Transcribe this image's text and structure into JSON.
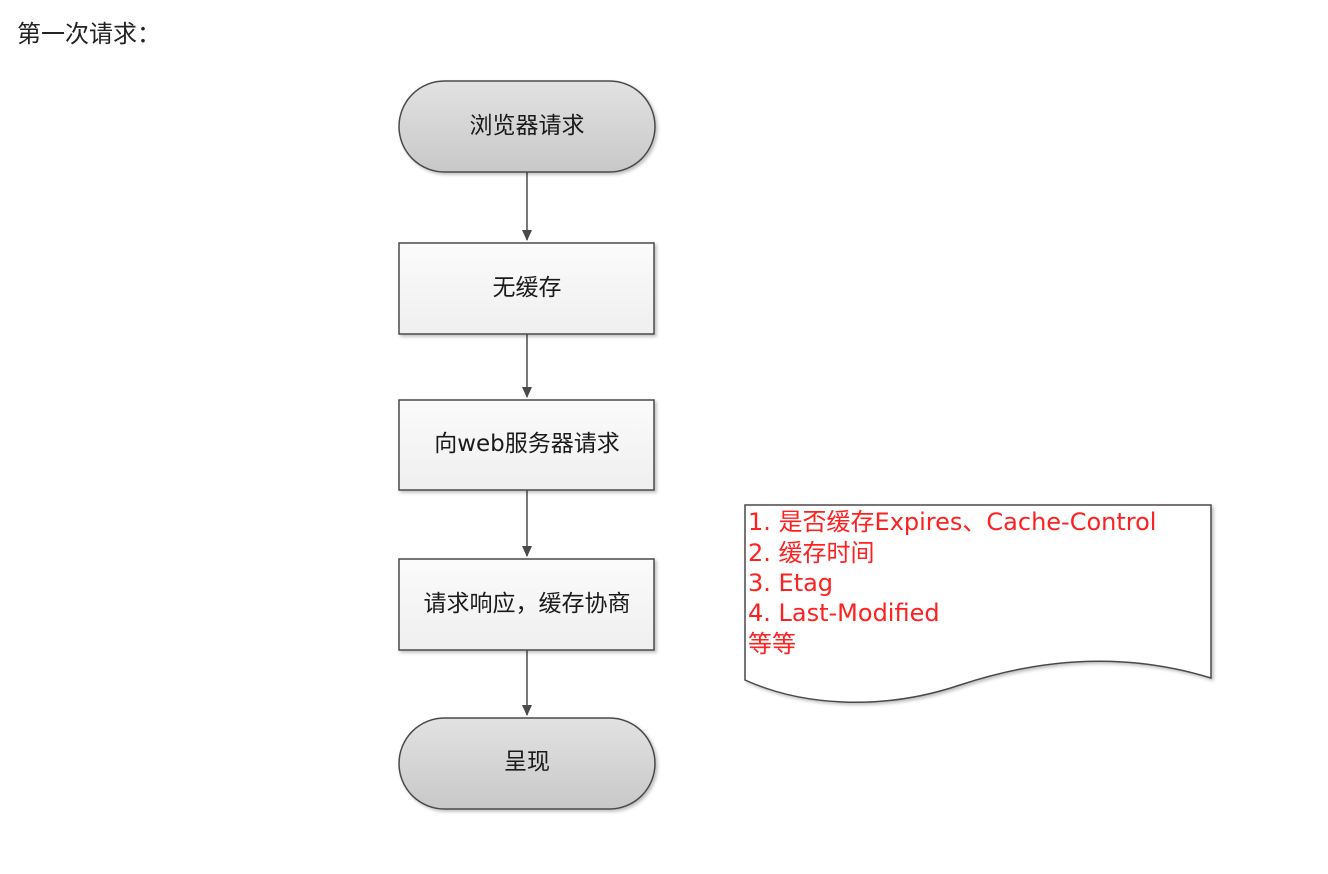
{
  "heading": "第一次请求：",
  "flow": {
    "start": "浏览器请求",
    "step1": "无缓存",
    "step2": "向web服务器请求",
    "step3": "请求响应，缓存协商",
    "end": "呈现"
  },
  "note": {
    "lines": [
      "1. 是否缓存Expires、Cache-Control",
      "2. 缓存时间",
      "3. Etag",
      "4. Last-Modified",
      "等等"
    ]
  },
  "colors": {
    "note_text": "#ff2020",
    "terminal_fill": "#d4d4d4",
    "process_fill": "#f7f7f7",
    "stroke": "#4a4a4a"
  }
}
